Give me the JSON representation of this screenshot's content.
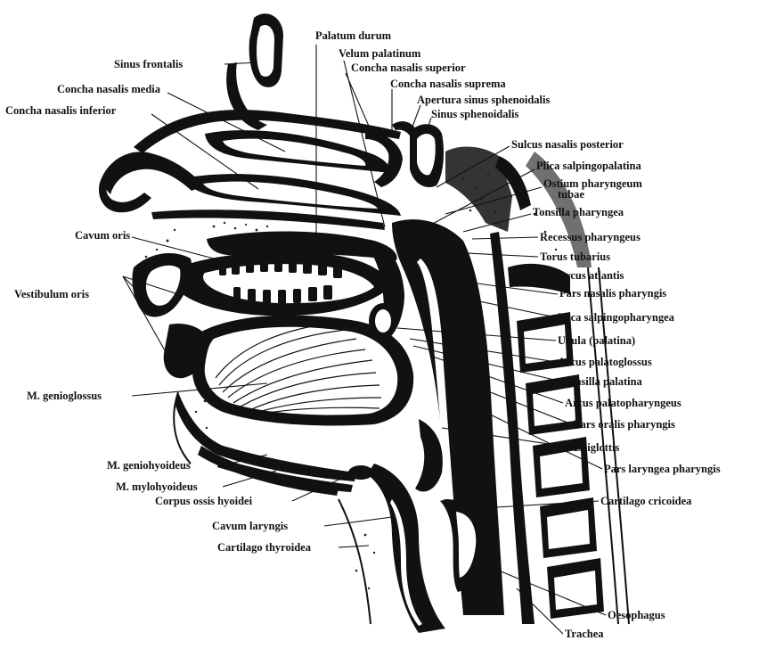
{
  "labels": {
    "sinus_frontalis": "Sinus frontalis",
    "palatum_durum": "Palatum durum",
    "velum_palatinum": "Velum palatinum",
    "concha_nasalis_superior": "Concha nasalis superior",
    "concha_nasalis_suprema": "Concha nasalis suprema",
    "apertura_sinus_sphenoidalis": "Apertura sinus sphenoidalis",
    "sinus_sphenoidalis": "Sinus sphenoidalis",
    "concha_nasalis_media": "Concha nasalis media",
    "concha_nasalis_inferior": "Concha nasalis inferior",
    "sulcus_nasalis_posterior": "Sulcus nasalis posterior",
    "plica_salpingopalatina": "Plica salpingopalatina",
    "ostium_pharyngeum_l1": "Ostium pharyngeum",
    "ostium_pharyngeum_l2": "tubae",
    "tonsilla_pharyngea": "Tonsilla pharyngea",
    "recessus_pharyngeus": "Recessus pharyngeus",
    "cavum_oris": "Cavum oris",
    "torus_tubarius": "Torus tubarius",
    "arcus_atlantis": "Arcus atlantis",
    "vestibulum_oris": "Vestibulum oris",
    "pars_nasalis_pharyngis": "Pars nasalis pharyngis",
    "plica_salpingopharyngea": "Plica salpingopharyngea",
    "uvula": "Uvula (palatina)",
    "arcus_palatoglossus": "Arcus palatoglossus",
    "tonsilla_palatina": "Tonsilla palatina",
    "m_genioglossus": "M. genioglossus",
    "arcus_palatopharyngeus": "Arcus palatopharyngeus",
    "pars_oralis_pharyngis": "Pars oralis pharyngis",
    "epiglottis": "Epiglottis",
    "m_geniohyoideus": "M. geniohyoideus",
    "pars_laryngea_pharyngis": "Pars laryngea pharyngis",
    "m_mylohyoideus": "M. mylohyoideus",
    "corpus_ossis_hyoidei": "Corpus ossis hyoidei",
    "cartilago_cricoidea": "Cartilago cricoidea",
    "cavum_laryngis": "Cavum laryngis",
    "cartilago_thyroidea": "Cartilago thyroidea",
    "oesophagus": "Oesophagus",
    "trachea": "Trachea"
  }
}
